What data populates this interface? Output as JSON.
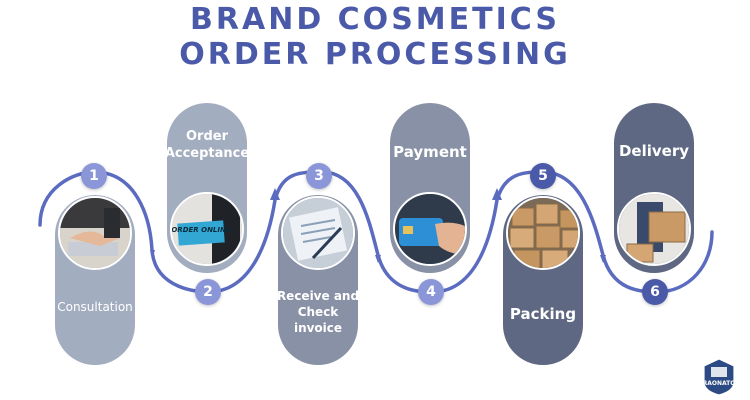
{
  "header": {
    "title_line1": "BRAND COSMETICS",
    "title_line2": "ORDER PROCESSING"
  },
  "steps": [
    {
      "number": "1",
      "label": "Consultation",
      "photo_icon": "handshake-icon"
    },
    {
      "number": "2",
      "label": "Order Acceptance",
      "photo_icon": "order-online-sign-icon"
    },
    {
      "number": "3",
      "label": "Receive and Check invoice",
      "photo_icon": "invoice-icon"
    },
    {
      "number": "4",
      "label": "Payment",
      "photo_icon": "credit-card-icon"
    },
    {
      "number": "5",
      "label": "Packing",
      "photo_icon": "boxes-icon"
    },
    {
      "number": "6",
      "label": "Delivery",
      "photo_icon": "delivery-box-icon"
    }
  ],
  "photo_text": {
    "order_online": "ORDER ONLINE"
  },
  "logo": {
    "text": "RAONATO"
  },
  "colors": {
    "title": "#4a5aa8",
    "wave": "#5b6bc0",
    "pill_light": "#a3adc0",
    "pill_mid": "#8891a5",
    "pill_dark": "#5e6882",
    "badge_light": "#8a96d8",
    "badge_dark": "#4a5aa8"
  }
}
